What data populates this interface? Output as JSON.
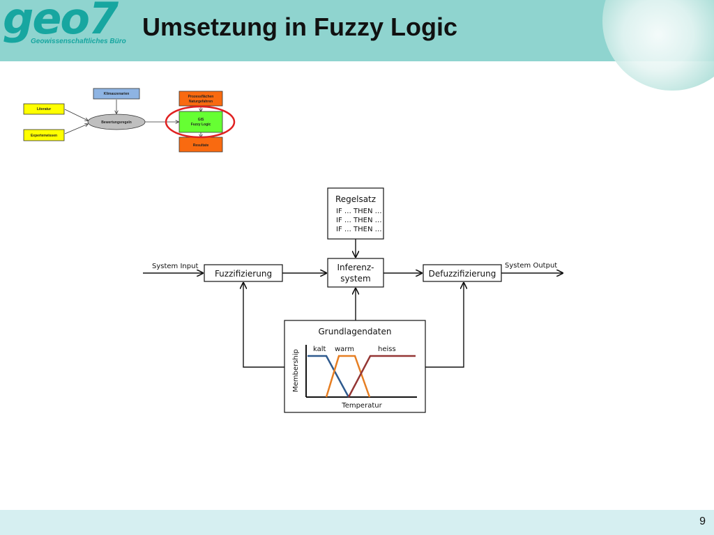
{
  "header": {
    "logo_main": "geo7",
    "logo_sub": "Geowissenschaftliches Büro",
    "title": "Umsetzung in Fuzzy Logic"
  },
  "overview": {
    "literatur": "Literatur",
    "expertenwissen": "Expertenwissen",
    "klimaszenarien": "Klimaszenarien",
    "bewertungsregeln": "Bewertungsregeln",
    "prozess_line1": "Prozessflächen",
    "prozess_line2": "Naturgefahren",
    "gis_line1": "GIS",
    "gis_line2": "Fuzzy Logic",
    "resultate": "Resultate",
    "colors": {
      "yellow": "#ffff00",
      "blue": "#8eb4e3",
      "grey": "#bfbfbf",
      "orange": "#f96a10",
      "green": "#66ff33",
      "highlight": "#e02020"
    }
  },
  "diagram": {
    "regelsatz_title": "Regelsatz",
    "regelsatz_rules": [
      "IF … THEN …",
      "IF … THEN …",
      "IF … THEN …"
    ],
    "system_input": "System Input",
    "system_output": "System Output",
    "fuzzifizierung": "Fuzzifizierung",
    "inferenz_line1": "Inferenz-",
    "inferenz_line2": "system",
    "defuzzifizierung": "Defuzzifizierung",
    "grundlagendaten": "Grundlagendaten",
    "membership_axis": "Membership",
    "temperatur_axis": "Temperatur",
    "sets": [
      {
        "name": "kalt",
        "color": "#2e5a8e"
      },
      {
        "name": "warm",
        "color": "#e67e22"
      },
      {
        "name": "heiss",
        "color": "#943634"
      }
    ]
  },
  "footer": {
    "page_number": "9"
  }
}
